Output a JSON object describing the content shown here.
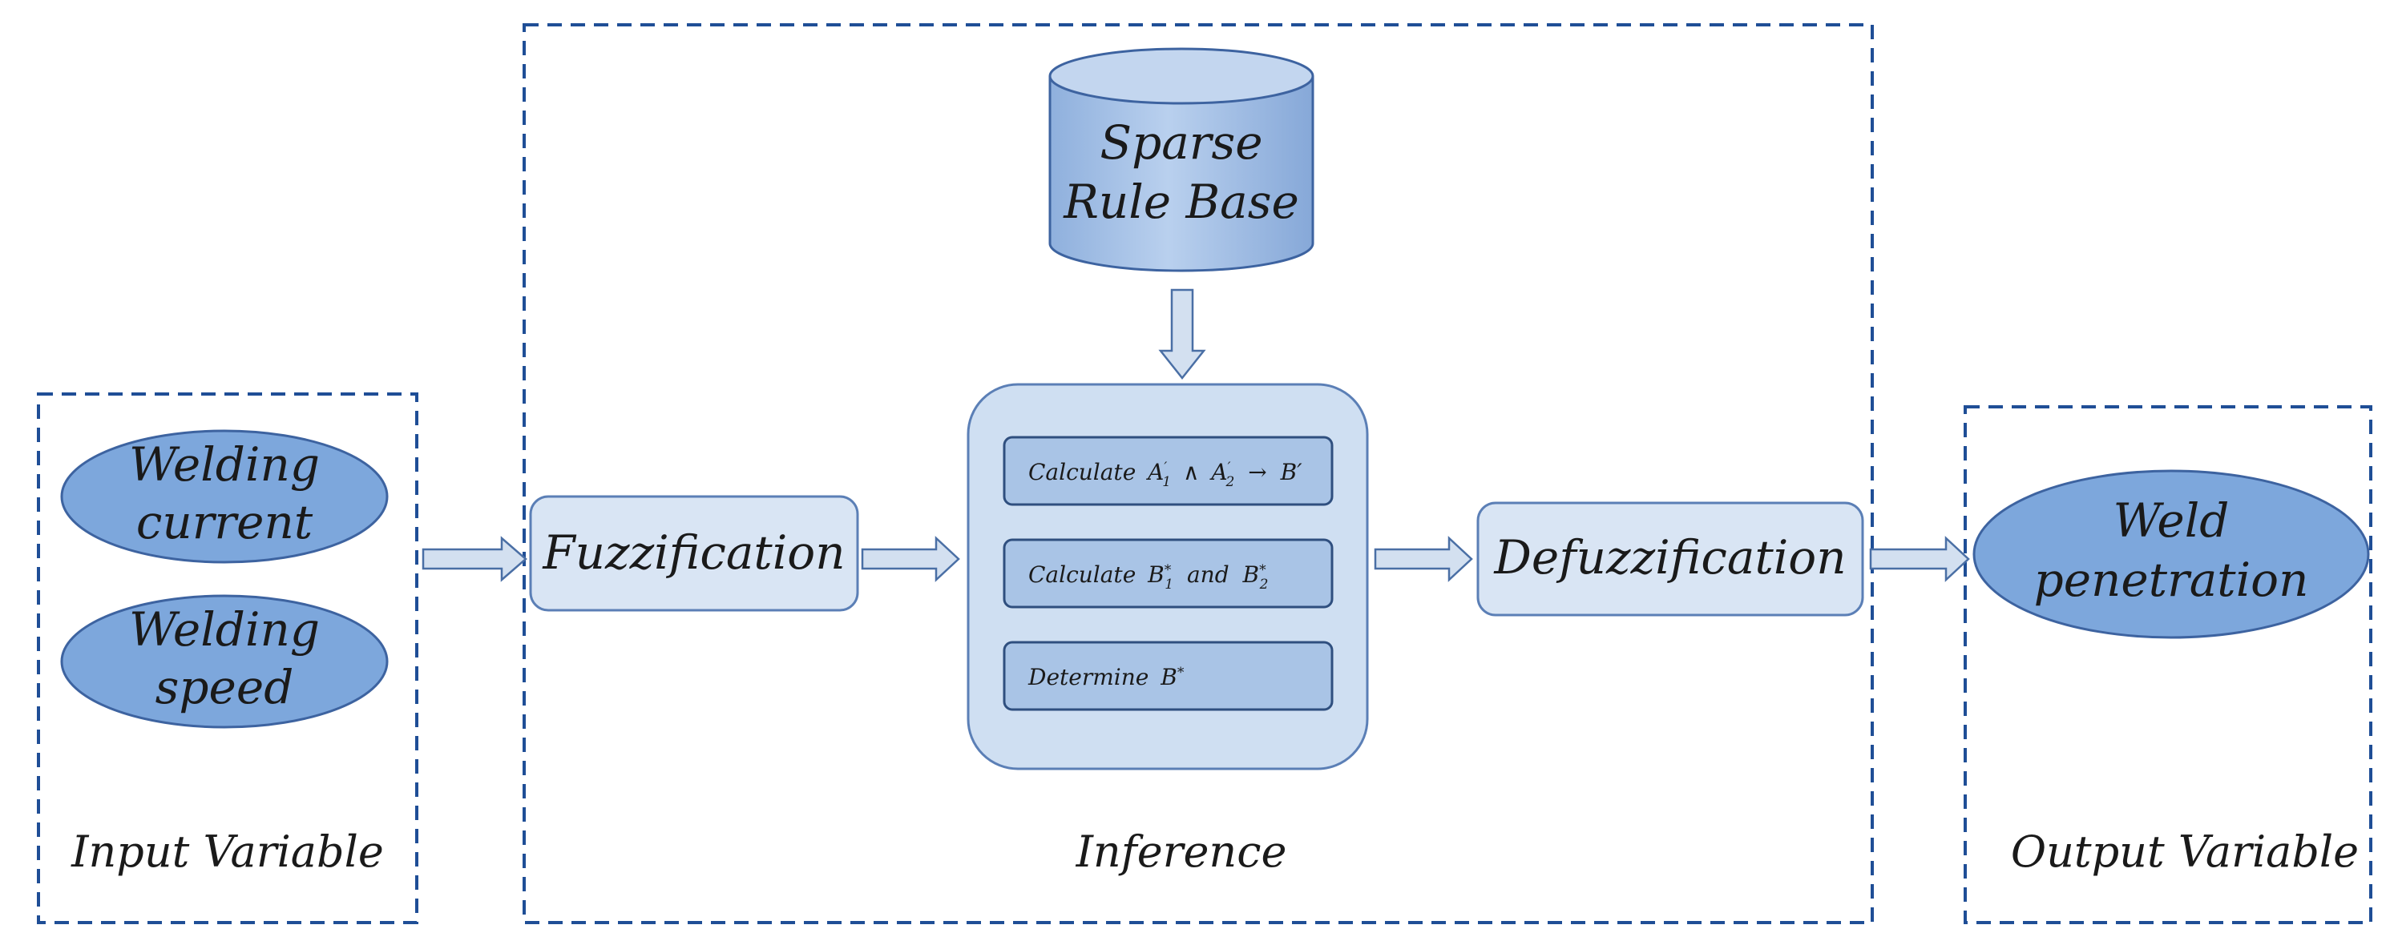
{
  "input_group": {
    "inputs": [
      {
        "line1": "Welding",
        "line2": "current"
      },
      {
        "line1": "Welding",
        "line2": "speed"
      }
    ],
    "caption": "Input Variable"
  },
  "inference_group": {
    "fuzzification": "Fuzzification",
    "rule_base": {
      "line1": "Sparse",
      "line2": "Rule Base"
    },
    "steps": [
      {
        "verb": "Calculate",
        "a1": "A",
        "a1_sup": "′",
        "a1_sub": "1",
        "op_and": "∧",
        "a2": "A",
        "a2_sup": "′",
        "a2_sub": "2",
        "arrow": "→",
        "b": "B′"
      },
      {
        "verb": "Calculate",
        "b1": "B",
        "b1_sup": "*",
        "b1_sub": "1",
        "and": "and",
        "b2": "B",
        "b2_sup": "*",
        "b2_sub": "2"
      },
      {
        "verb": "Determine",
        "b": "B",
        "b_sup": "*"
      }
    ],
    "defuzzification": "Defuzzification",
    "caption": "Inference"
  },
  "output_group": {
    "output": {
      "line1": "Weld",
      "line2": "penetration"
    },
    "caption": "Output Variable"
  },
  "colors": {
    "dash_border": "#1f4e96",
    "ellipse_fill": "#7da7dc",
    "box_fill": "#d9e5f4",
    "step_fill": "#a9c4e6",
    "arrow_fill": "#d3e0f0",
    "stroke": "#4a6fa5"
  }
}
